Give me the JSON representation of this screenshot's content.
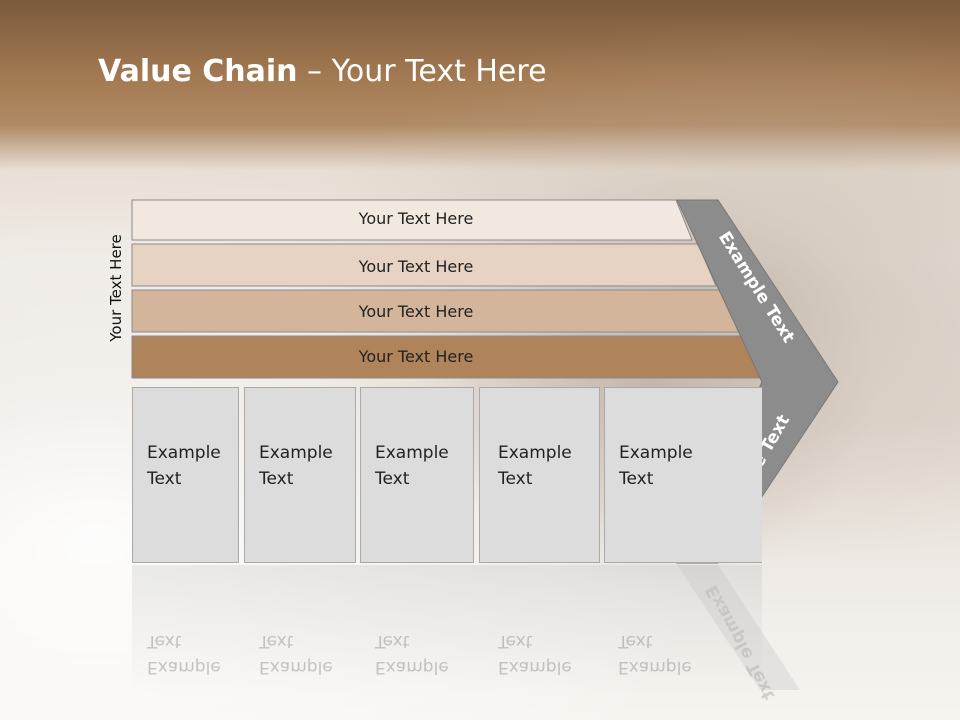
{
  "title": {
    "bold": "Value Chain",
    "rest": " – Your Text Here"
  },
  "side_label": "Your Text Here",
  "bars": [
    {
      "label": "Your Text Here",
      "color": "#f1e8e0"
    },
    {
      "label": "Your Text Here",
      "color": "#e6d3c3"
    },
    {
      "label": "Your Text Here",
      "color": "#d2b59b"
    },
    {
      "label": "Your Text Here",
      "color": "#b0845a"
    }
  ],
  "boxes": [
    {
      "line1": "Example",
      "line2": "Text"
    },
    {
      "line1": "Example",
      "line2": "Text"
    },
    {
      "line1": "Example",
      "line2": "Text"
    },
    {
      "line1": "Example",
      "line2": "Text"
    },
    {
      "line1": "Example",
      "line2": "Text"
    }
  ],
  "chevron": {
    "upper": "Example Text",
    "lower": "Example Text",
    "color": "#8c8c8c"
  }
}
